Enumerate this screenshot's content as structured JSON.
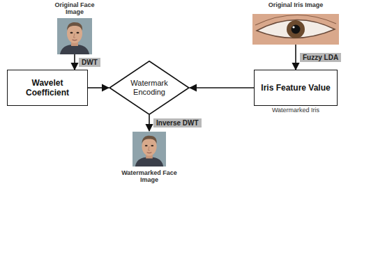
{
  "diagram": {
    "nodes": [
      {
        "text": [
          "Original Face Image"
        ]
      },
      {
        "text": [
          "Original Iris Image"
        ]
      },
      {
        "text": [
          "Wavelet Coefficient"
        ]
      },
      {
        "text": [
          "Watermark Encoding"
        ]
      },
      {
        "text": [
          "Iris Feature Value",
          "Watermarked Iris"
        ]
      },
      {
        "text": [
          "Watermarked Face Image"
        ]
      }
    ],
    "edges": [
      {
        "from": 0,
        "to": 2,
        "arrow": "to",
        "label": "DWT"
      },
      {
        "from": 1,
        "to": 4,
        "arrow": "to",
        "label": "Fuzzy LDA"
      },
      {
        "from": 2,
        "to": 3,
        "arrow": "to"
      },
      {
        "from": 4,
        "to": 3,
        "arrow": "to"
      },
      {
        "from": 3,
        "to": 5,
        "arrow": "to",
        "label": "Inverse DWT"
      }
    ]
  }
}
